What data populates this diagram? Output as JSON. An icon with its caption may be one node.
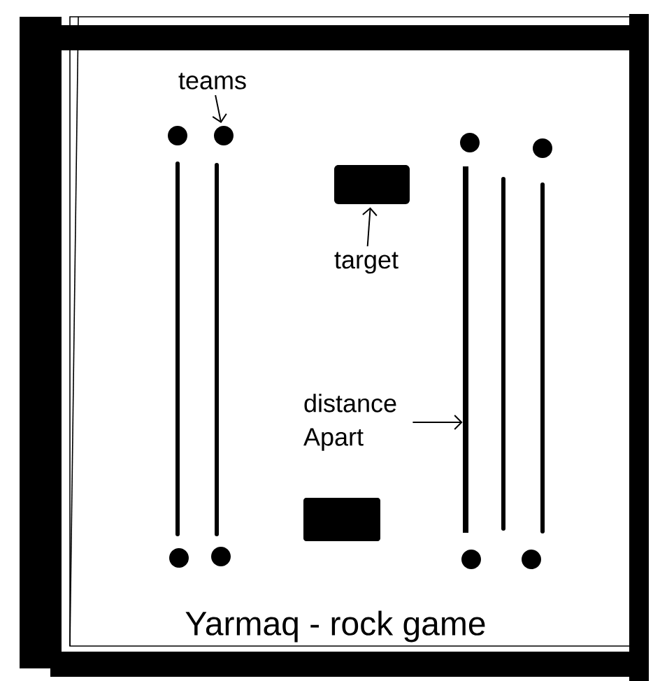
{
  "diagram": {
    "title": "Yarmaq - rock game",
    "nodes": [
      {
        "text": [
          "teams"
        ]
      },
      {
        "text": [],
        "shape": "circle"
      },
      {
        "text": [
          "target"
        ]
      },
      {
        "text": [],
        "shape": "box"
      },
      {
        "text": [
          "distance Apart"
        ]
      },
      {
        "text": [],
        "shape": "bar"
      }
    ],
    "edges": [
      {
        "from": 0,
        "to": 1,
        "arrow": "to"
      },
      {
        "from": 2,
        "to": 3,
        "arrow": "to"
      },
      {
        "from": 4,
        "to": 5,
        "arrow": "to"
      }
    ]
  }
}
